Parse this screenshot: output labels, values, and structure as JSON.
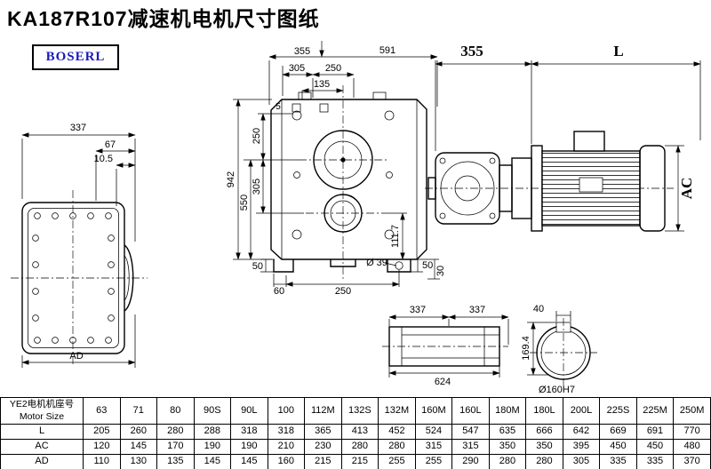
{
  "title": "KA187R107减速机电机尺寸图纸",
  "logo": "BOSERL",
  "dims": {
    "main_top_355": "355",
    "main_width_591": "591",
    "main_305": "305",
    "main_250_top": "250",
    "main_135": "135",
    "main_5": "5",
    "main_left_250": "250",
    "main_left_305": "305",
    "main_left_550": "550",
    "main_left_942": "942",
    "main_right_111_7": "111.7",
    "main_bot_50_left": "50",
    "main_bot_60": "60",
    "main_bot_250": "250",
    "main_dia_39": "Ø 39",
    "main_bot_50_right": "50",
    "main_bot_30": "30",
    "side_355": "355",
    "side_L": "L",
    "side_AC": "AC",
    "left_337": "337",
    "left_67": "67",
    "left_10_5": "10.5",
    "left_AD": "AD",
    "shaft_337_a": "337",
    "shaft_337_b": "337",
    "shaft_40": "40",
    "shaft_169_4": "169.4",
    "shaft_624": "624",
    "bore_label": "Ø160H7"
  },
  "table": {
    "header_line1": "YE2电机机座号",
    "header_line2": "Motor Size",
    "sizes": [
      "63",
      "71",
      "80",
      "90S",
      "90L",
      "100",
      "112M",
      "132S",
      "132M",
      "160M",
      "160L",
      "180M",
      "180L",
      "200L",
      "225S",
      "225M",
      "250M"
    ],
    "rows": [
      {
        "label": "L",
        "values": [
          "205",
          "260",
          "280",
          "288",
          "318",
          "318",
          "365",
          "413",
          "452",
          "524",
          "547",
          "635",
          "666",
          "642",
          "669",
          "691",
          "770"
        ]
      },
      {
        "label": "AC",
        "values": [
          "120",
          "145",
          "170",
          "190",
          "190",
          "210",
          "230",
          "280",
          "280",
          "315",
          "315",
          "350",
          "350",
          "395",
          "450",
          "450",
          "480"
        ]
      },
      {
        "label": "AD",
        "values": [
          "110",
          "130",
          "135",
          "145",
          "145",
          "160",
          "215",
          "215",
          "255",
          "255",
          "290",
          "280",
          "280",
          "305",
          "335",
          "335",
          "370"
        ]
      }
    ]
  }
}
